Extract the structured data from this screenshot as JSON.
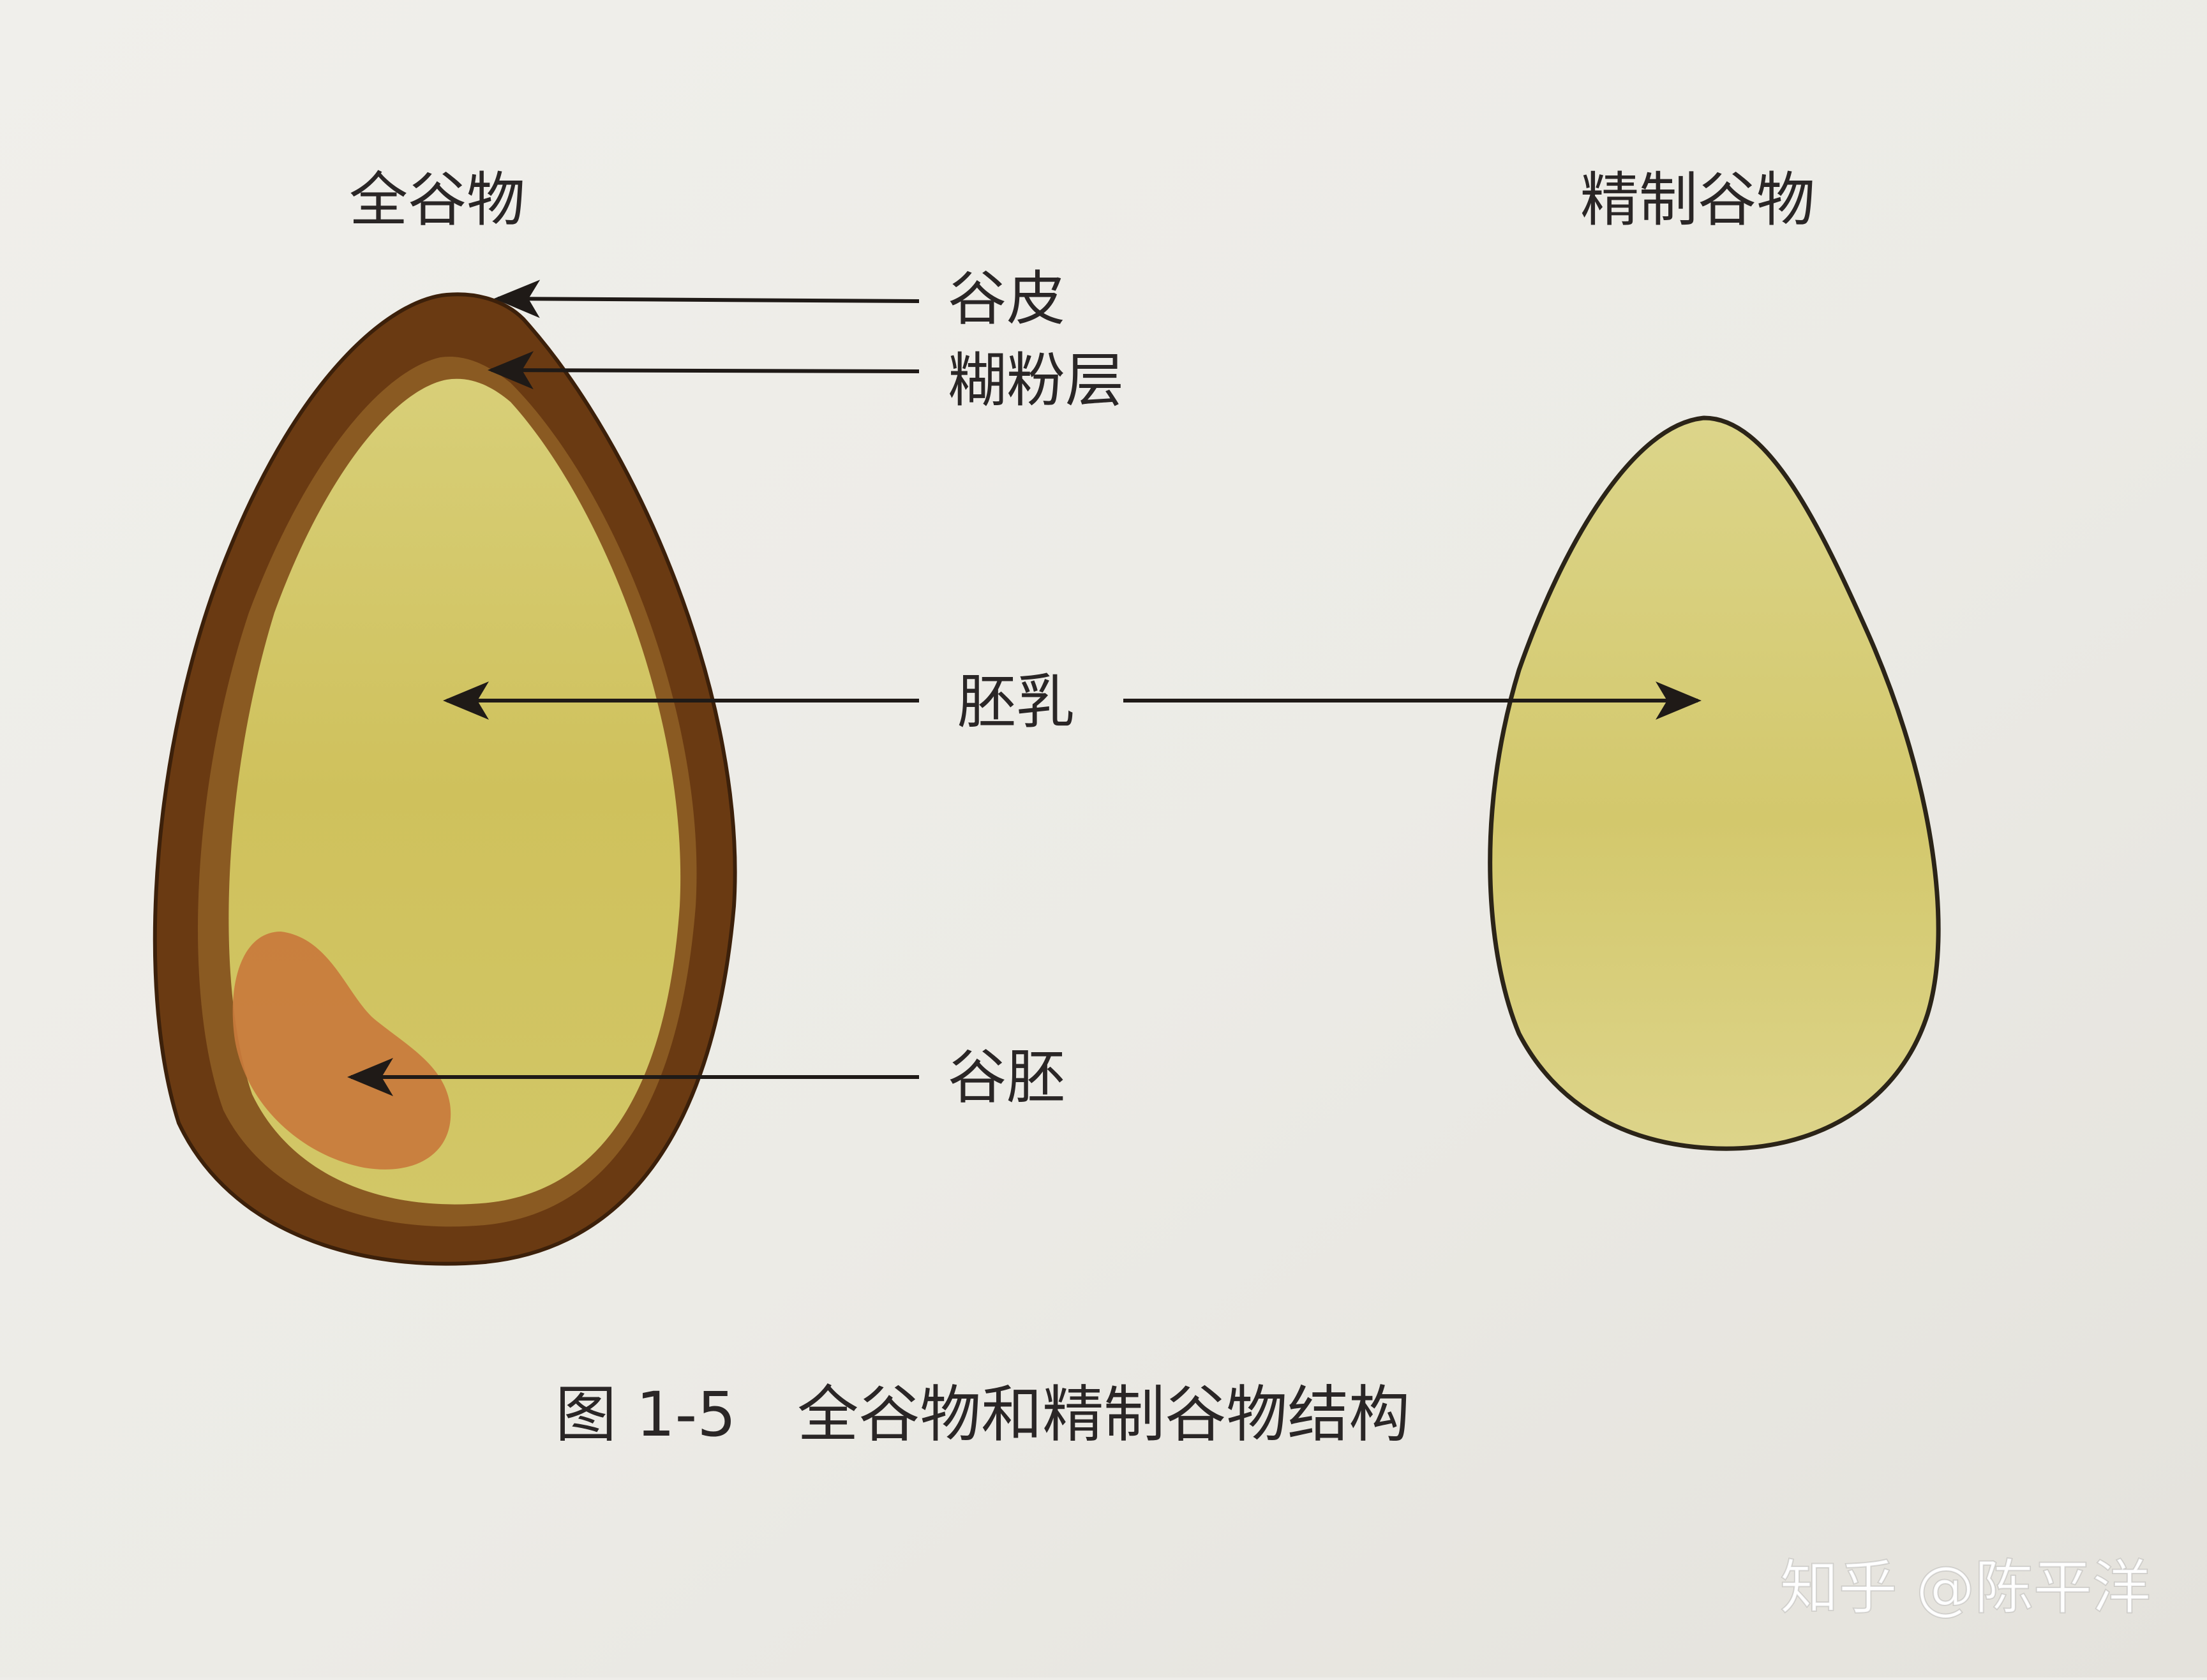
{
  "headings": {
    "whole_grain": "全谷物",
    "refined_grain": "精制谷物"
  },
  "labels": {
    "bran": "谷皮",
    "aleurone": "糊粉层",
    "endosperm": "胚乳",
    "germ": "谷胚"
  },
  "caption": "图 1-5　全谷物和精制谷物结构",
  "watermark": "知乎 @陈平洋",
  "colors": {
    "page": "#eeede9",
    "text": "#2a2626",
    "bran": "#6a3a12",
    "endosperm": "#cfc35e",
    "germ": "#c87a3c",
    "outline": "#2b2418"
  }
}
